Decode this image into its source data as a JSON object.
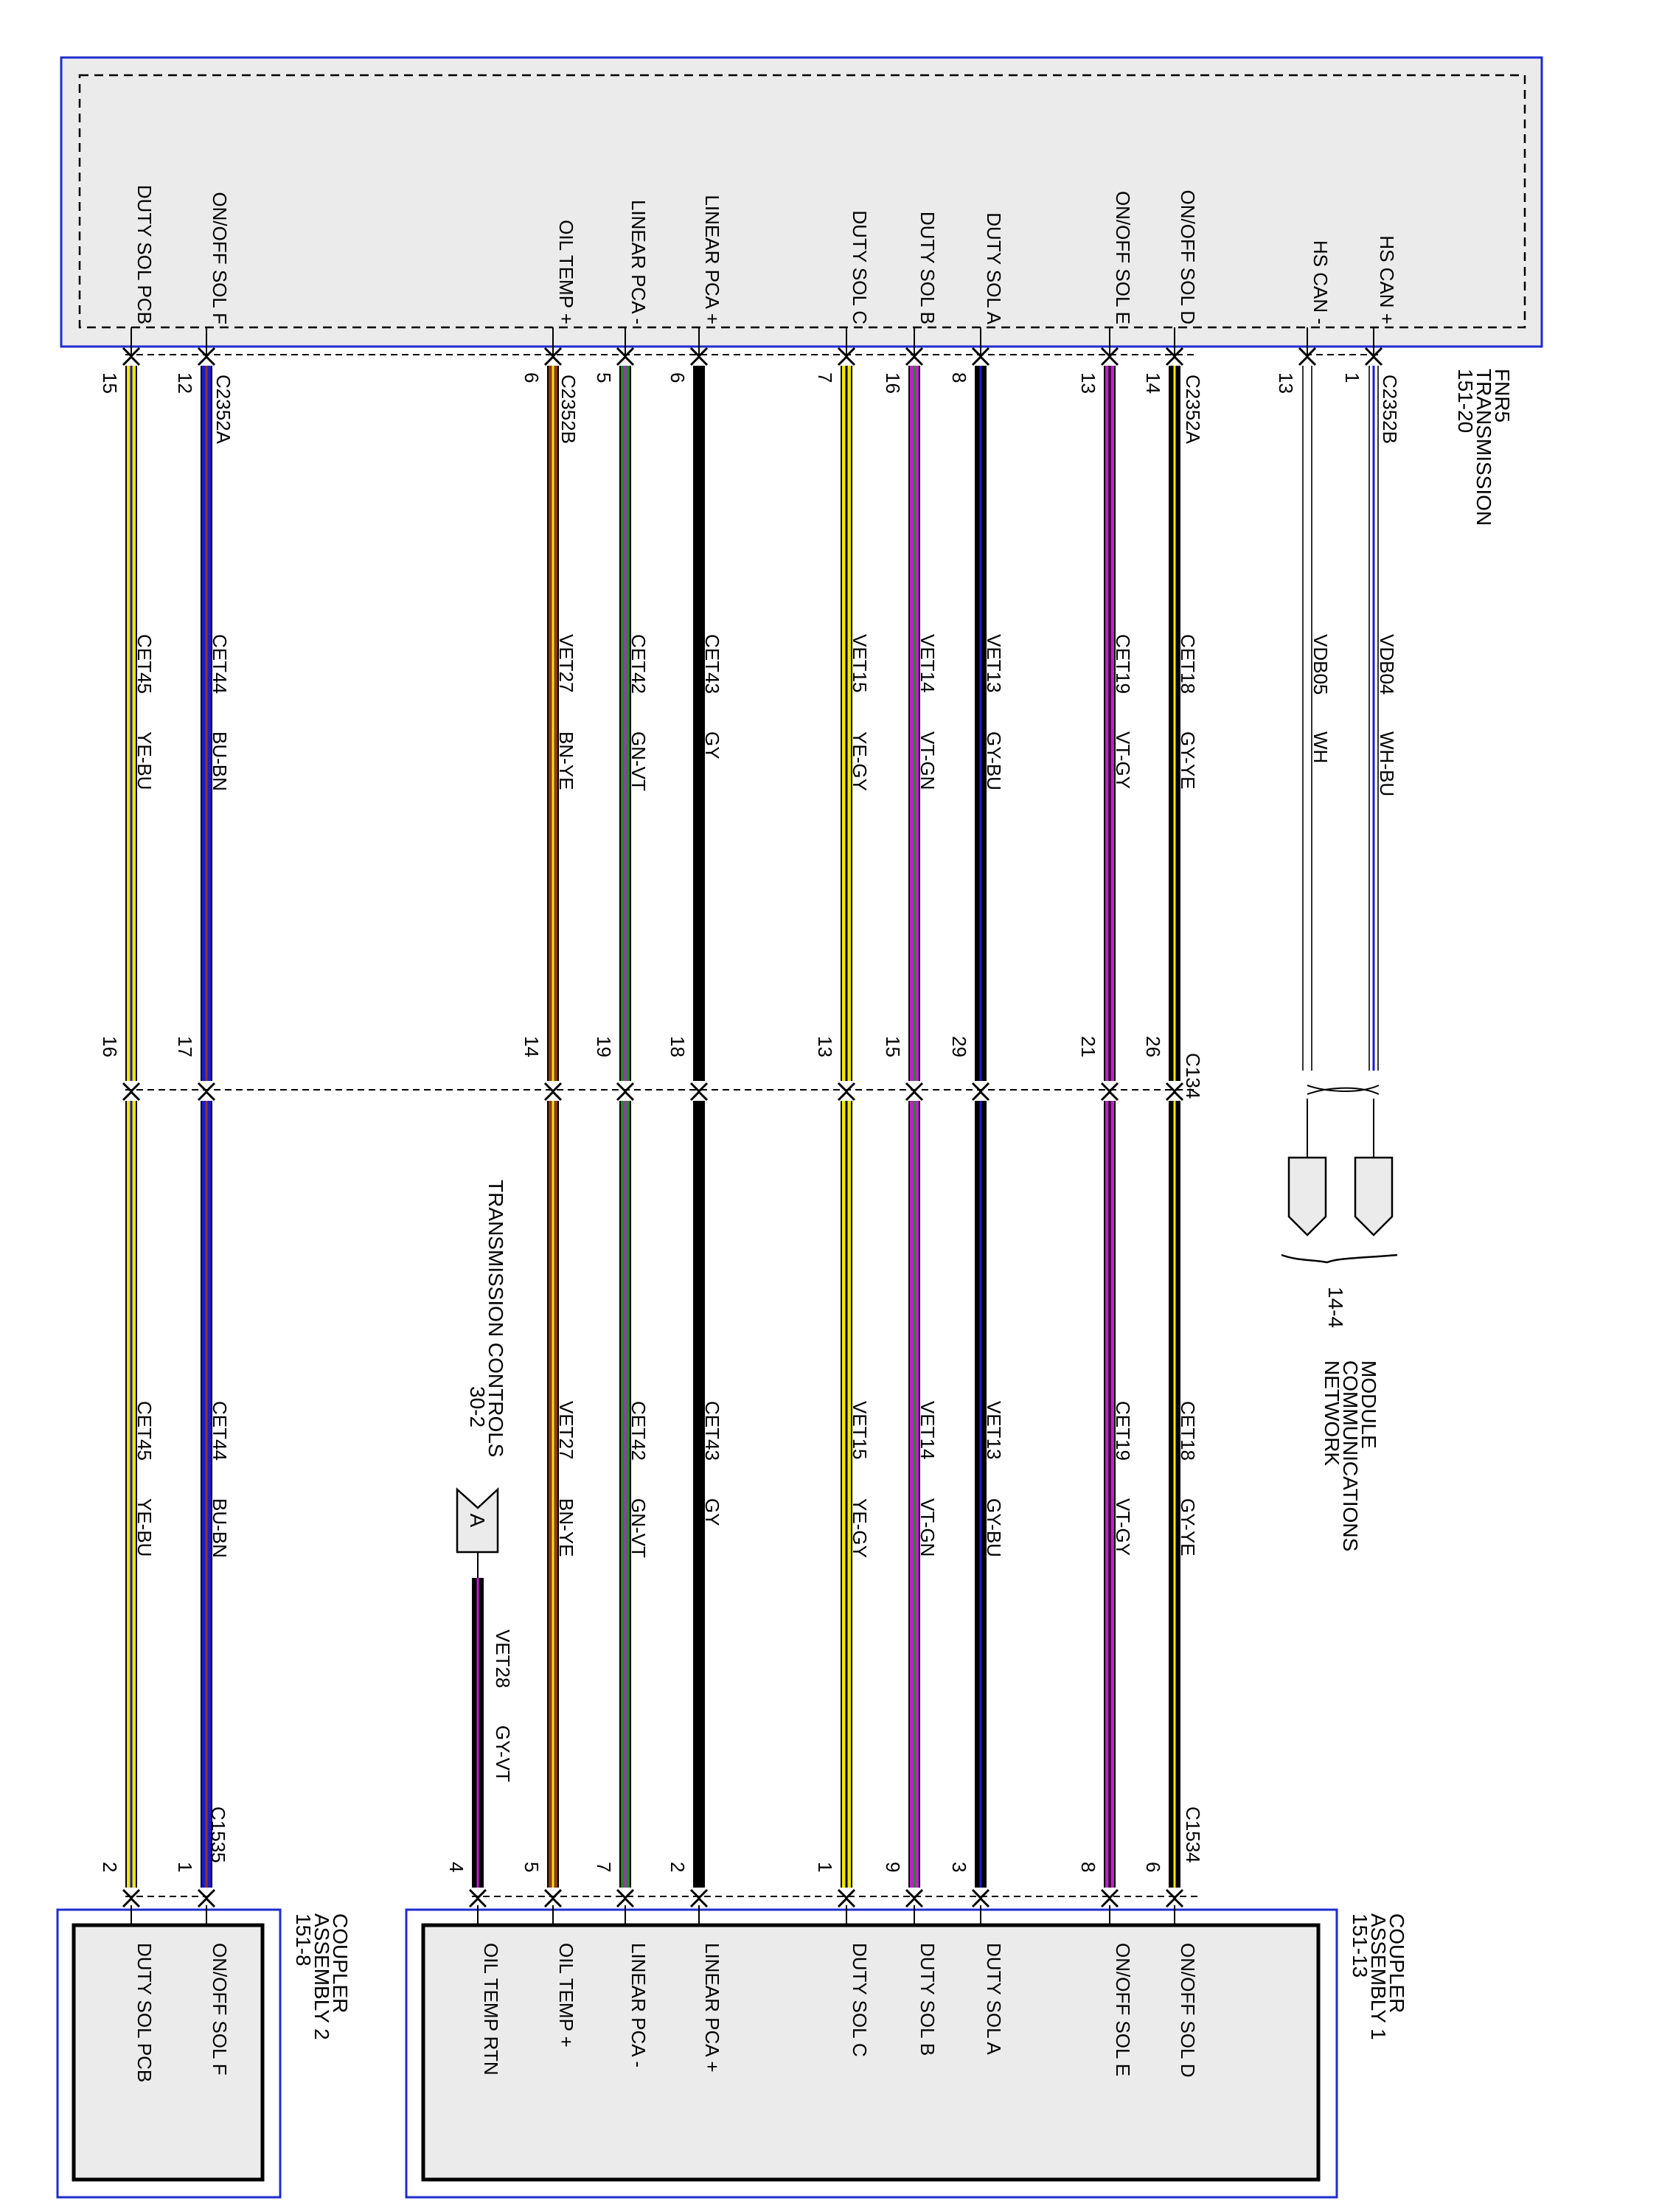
{
  "diagram": {
    "colors": {
      "frame_blue": "#1f2ccf",
      "box_fill": "#ebebeb",
      "YE": "#f2e600",
      "BU": "#1a1ad6",
      "BN": "#8b3a1a",
      "GY": "#000000",
      "GN": "#1f8a2a",
      "VT": "#c020c8",
      "WH": "#ffffff"
    },
    "top_module": {
      "title_lines": [
        "FNR5",
        "TRANSMISSION",
        "151-20"
      ]
    },
    "coupler1": {
      "title_lines": [
        "COUPLER",
        "ASSEMBLY 1",
        "151-13"
      ]
    },
    "coupler2": {
      "title_lines": [
        "COUPLER",
        "ASSEMBLY 2",
        "151-8"
      ]
    },
    "connectors": {
      "top_a": "C2352A",
      "top_b": "C2352B",
      "mid": "C134",
      "bottom_1": "C1534",
      "bottom_2": "C1535"
    },
    "network": {
      "ref": "14-4",
      "label_lines": [
        "MODULE",
        "COMMUNICATIONS",
        "NETWORK"
      ]
    },
    "trans_controls": {
      "label": "TRANSMISSION CONTROLS",
      "ref": "30-2",
      "flag": "A",
      "circuit": "VET28",
      "color_code": "GY-VT",
      "pin_bottom": "4",
      "bottom_pin_label": "OIL TEMP RTN"
    },
    "circuits": [
      {
        "top_label": "HS CAN +",
        "pin_top": "1",
        "circuit": "VDB04",
        "color_code": "WH-BU",
        "base": "WH",
        "stripe": "BU"
      },
      {
        "top_label": "HS CAN -",
        "pin_top": "13",
        "circuit": "VDB05",
        "color_code": "WH",
        "base": "WH",
        "stripe": ""
      },
      {
        "top_label": "ON/OFF SOL D",
        "pin_top": "14",
        "circuit": "CET18",
        "color_code": "GY-YE",
        "base": "GY",
        "stripe": "YE",
        "pin_mid": "26",
        "pin_bottom": "6",
        "bottom_label": "ON/OFF SOL D"
      },
      {
        "top_label": "ON/OFF SOL E",
        "pin_top": "13",
        "circuit": "CET19",
        "color_code": "VT-GY",
        "base": "VT",
        "stripe": "GY",
        "pin_mid": "21",
        "pin_bottom": "8",
        "bottom_label": "ON/OFF SOL E"
      },
      {
        "top_label": "DUTY SOL A",
        "pin_top": "8",
        "circuit": "VET13",
        "color_code": "GY-BU",
        "base": "GY",
        "stripe": "BU",
        "pin_mid": "29",
        "pin_bottom": "3",
        "bottom_label": "DUTY SOL A"
      },
      {
        "top_label": "DUTY SOL B",
        "pin_top": "16",
        "circuit": "VET14",
        "color_code": "VT-GN",
        "base": "VT",
        "stripe": "GN",
        "pin_mid": "15",
        "pin_bottom": "9",
        "bottom_label": "DUTY SOL B"
      },
      {
        "top_label": "DUTY SOL C",
        "pin_top": "7",
        "circuit": "VET15",
        "color_code": "YE-GY",
        "base": "YE",
        "stripe": "GY",
        "pin_mid": "13",
        "pin_bottom": "1",
        "bottom_label": "DUTY SOL C"
      },
      {
        "top_label": "LINEAR PCA +",
        "pin_top": "6",
        "circuit": "CET43",
        "color_code": "GY",
        "base": "GY",
        "stripe": "",
        "pin_mid": "18",
        "pin_bottom": "2",
        "bottom_label": "LINEAR PCA +"
      },
      {
        "top_label": "LINEAR PCA -",
        "pin_top": "5",
        "circuit": "CET42",
        "color_code": "GN-VT",
        "base": "GN",
        "stripe": "VT",
        "pin_mid": "19",
        "pin_bottom": "7",
        "bottom_label": "LINEAR PCA -"
      },
      {
        "top_label": "OIL TEMP +",
        "pin_top": "6",
        "circuit": "VET27",
        "color_code": "BN-YE",
        "base": "BN",
        "stripe": "YE",
        "pin_mid": "14",
        "pin_bottom": "5",
        "bottom_label": "OIL TEMP +"
      },
      {
        "top_label": "ON/OFF SOL F",
        "pin_top": "12",
        "circuit": "CET44",
        "color_code": "BU-BN",
        "base": "BU",
        "stripe": "BN",
        "pin_mid": "17",
        "pin_bottom": "1",
        "bottom_label": "ON/OFF SOL F"
      },
      {
        "top_label": "DUTY SOL PCB",
        "pin_top": "15",
        "circuit": "CET45",
        "color_code": "YE-BU",
        "base": "YE",
        "stripe": "BU",
        "pin_mid": "16",
        "pin_bottom": "2",
        "bottom_label": "DUTY SOL PCB"
      }
    ]
  }
}
